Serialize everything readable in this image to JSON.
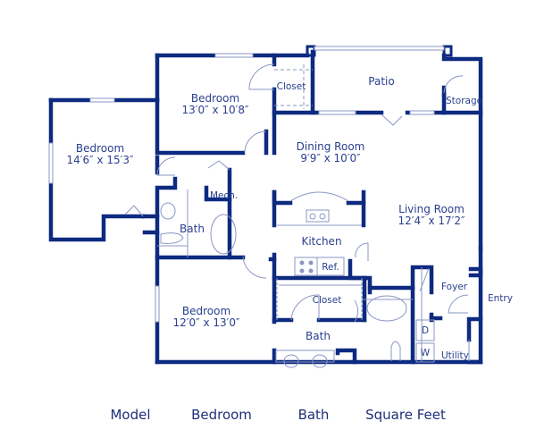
{
  "colors": {
    "wall": "#0d2a80",
    "fixture": "#8b96c4",
    "text": "#2a3f8f"
  },
  "rooms": {
    "bedroom_1": {
      "name": "Bedroom",
      "dims": "14′6″ x 15′3″"
    },
    "bedroom_2": {
      "name": "Bedroom",
      "dims": "13′0″ x 10′8″"
    },
    "bedroom_3": {
      "name": "Bedroom",
      "dims": "12′0″ x 13′0″"
    },
    "dining": {
      "name": "Dining Room",
      "dims": "9′9″ x 10′0″"
    },
    "living": {
      "name": "Living Room",
      "dims": "12′4″ x 17′2″"
    },
    "patio": {
      "name": "Patio"
    },
    "storage": {
      "name": "Storage"
    },
    "closet_top": {
      "name": "Closet"
    },
    "closet_mid": {
      "name": "Closet"
    },
    "mech": {
      "name": "Mech."
    },
    "bath_1": {
      "name": "Bath"
    },
    "bath_2": {
      "name": "Bath"
    },
    "kitchen": {
      "name": "Kitchen"
    },
    "ref": {
      "name": "Ref."
    },
    "foyer": {
      "name": "Foyer"
    },
    "entry": {
      "name": "Entry"
    },
    "utility": {
      "name": "Utility"
    },
    "dryer": {
      "name": "D"
    },
    "washer": {
      "name": "W"
    }
  },
  "footer": {
    "model": "Model",
    "bedroom": "Bedroom",
    "bath": "Bath",
    "square_feet": "Square Feet"
  }
}
